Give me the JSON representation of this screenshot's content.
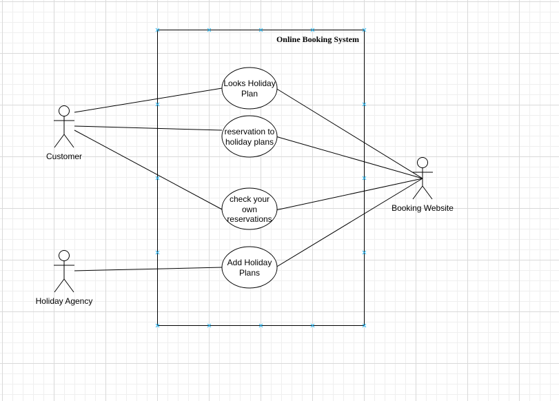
{
  "system": {
    "title": "Online Booking System"
  },
  "actors": {
    "customer": "Customer",
    "agency": "Holiday Agency",
    "website": "Booking Website"
  },
  "use_cases": {
    "uc1": [
      "Looks Holiday",
      "Plan"
    ],
    "uc2": [
      "reservation to",
      "holiday plans"
    ],
    "uc3": [
      "check your",
      "own",
      "reservations"
    ],
    "uc4": [
      "Add Holiday",
      "Plans"
    ]
  },
  "colors": {
    "handles": "#29b6f2",
    "stroke": "#000000"
  }
}
